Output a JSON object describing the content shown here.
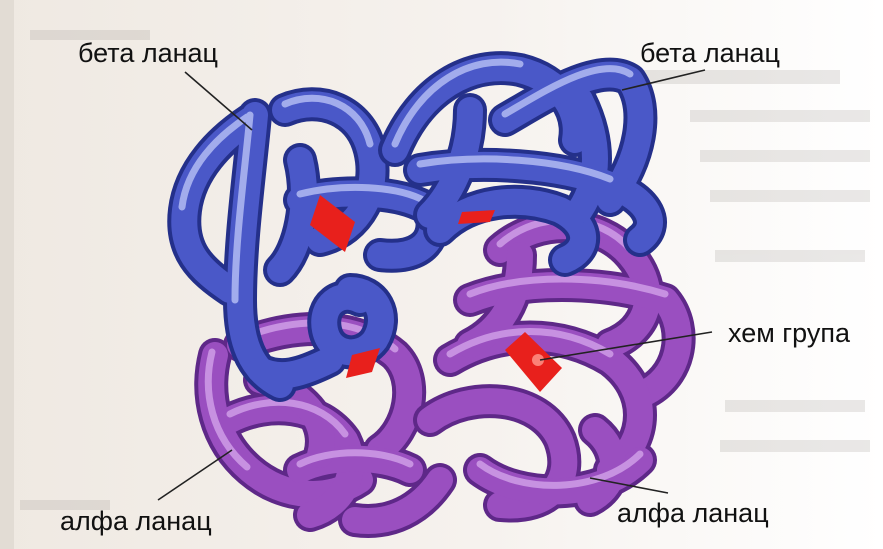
{
  "labels": {
    "beta_left": "бета ланац",
    "beta_right": "бета ланац",
    "heme": "хем група",
    "alpha_left": "алфа ланац",
    "alpha_right": "алфа ланац"
  },
  "colors": {
    "beta_chain": "#4a58c8",
    "alpha_chain": "#9a4fc0",
    "heme_group": "#e8201c",
    "leader_line": "#222222",
    "background_page": "#f2ede7"
  }
}
